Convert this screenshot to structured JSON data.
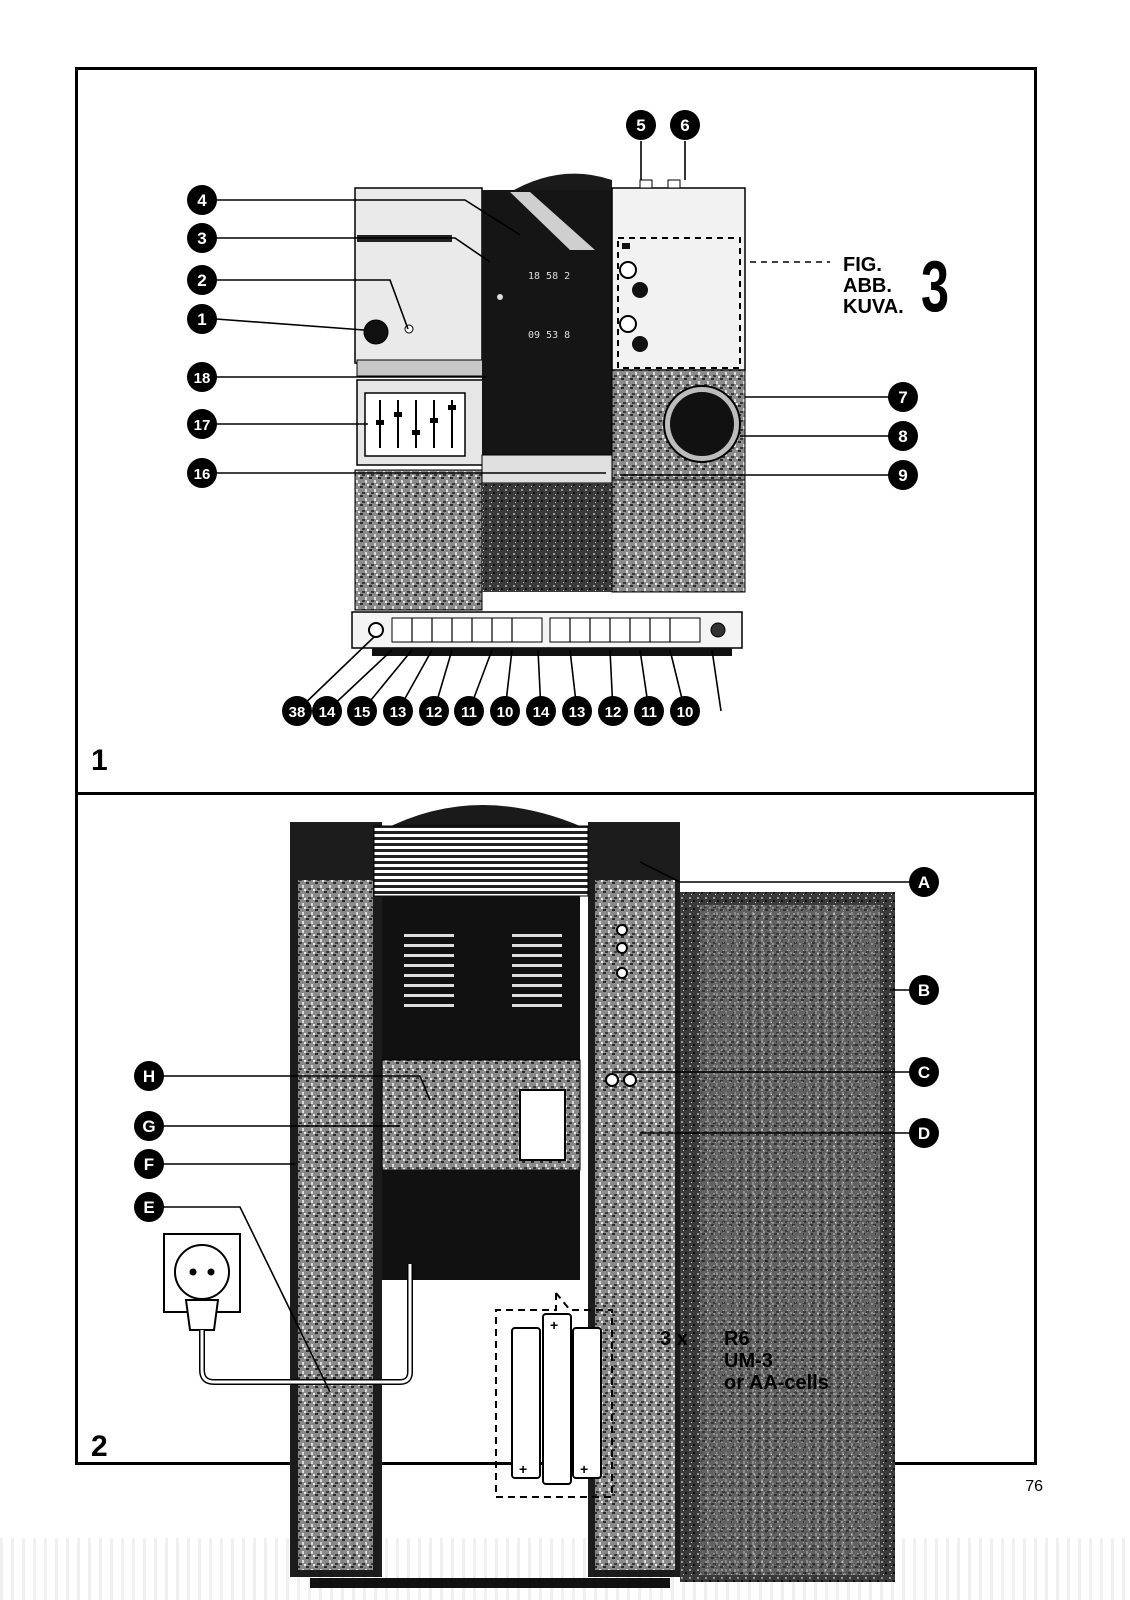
{
  "figure1": {
    "panel_number": "1",
    "fig_ref_lines": [
      "FIG.",
      "ABB.",
      "KUVA."
    ],
    "fig_ref_number": "3",
    "display_text_top": "18 58 2",
    "display_text_bottom": "09 53 8",
    "callouts": [
      "1",
      "2",
      "3",
      "4",
      "5",
      "6",
      "7",
      "8",
      "9",
      "16",
      "17",
      "18",
      "38",
      "14",
      "15",
      "13",
      "12",
      "11",
      "10",
      "14",
      "13",
      "12",
      "11",
      "10"
    ]
  },
  "figure2": {
    "panel_number": "2",
    "callouts": [
      "A",
      "B",
      "C",
      "D",
      "E",
      "F",
      "G",
      "H"
    ],
    "battery_count": "3 x",
    "battery_types": [
      "R6",
      "UM-3",
      "or AA-cells"
    ]
  },
  "page_number": "76",
  "colors": {
    "ink": "#000000",
    "device_dark": "#1a1a1a",
    "device_mid": "#6a6a6a",
    "device_light": "#d9d9d9",
    "paper": "#ffffff"
  }
}
